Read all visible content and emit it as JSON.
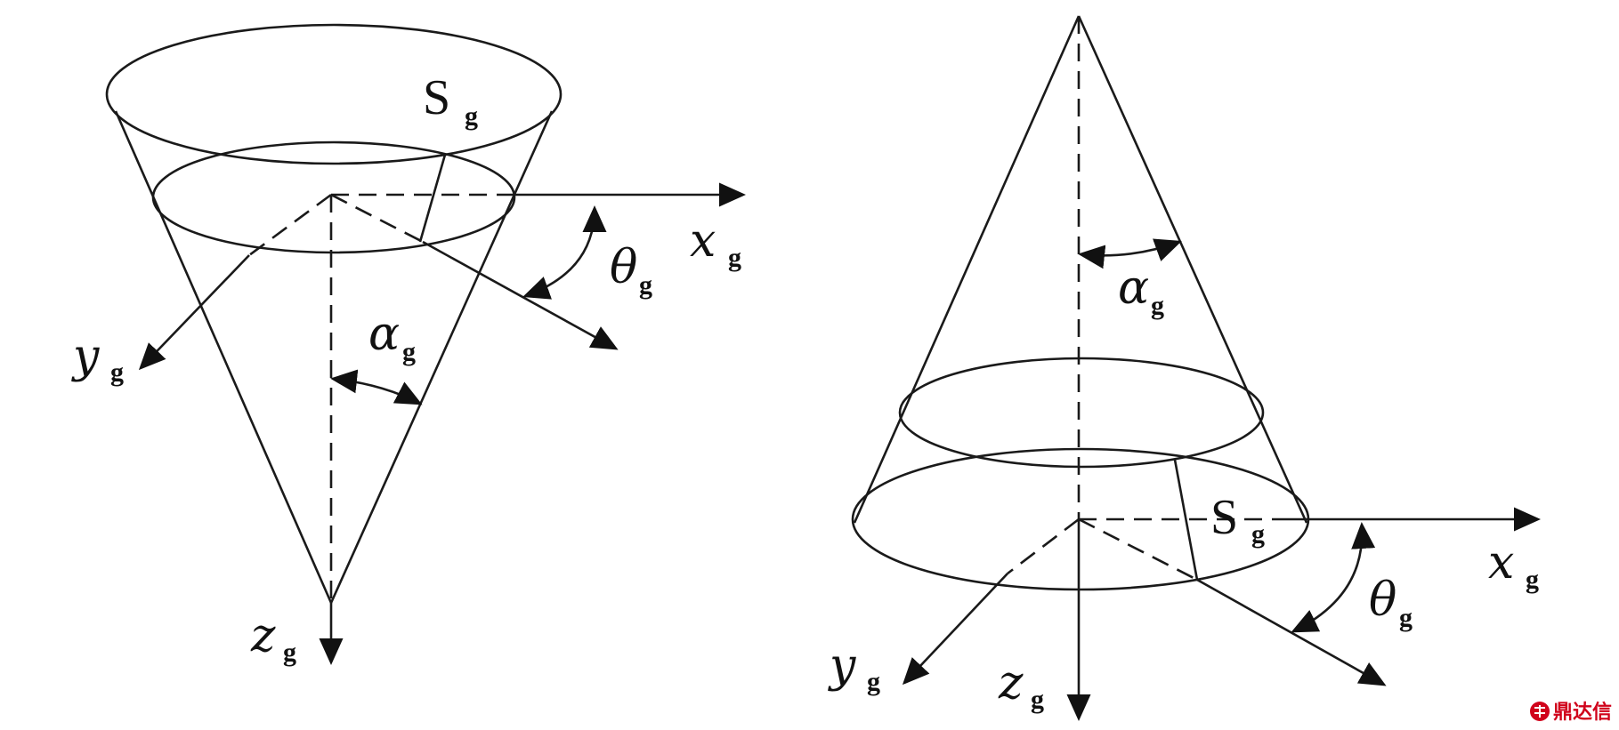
{
  "left_cone": {
    "surface_label": "S",
    "surface_sub": "g",
    "x_axis": "x",
    "x_sub": "g",
    "y_axis": "y",
    "y_sub": "g",
    "z_axis": "z",
    "z_sub": "g",
    "theta": "θ",
    "theta_sub": "g",
    "alpha": "α",
    "alpha_sub": "g"
  },
  "right_cone": {
    "surface_label": "S",
    "surface_sub": "g",
    "x_axis": "x",
    "x_sub": "g",
    "y_axis": "y",
    "y_sub": "g",
    "z_axis": "z",
    "z_sub": "g",
    "theta": "θ",
    "theta_sub": "g",
    "alpha": "α",
    "alpha_sub": "g"
  },
  "watermark": {
    "text": "鼎达信",
    "color": "#d0021b"
  }
}
